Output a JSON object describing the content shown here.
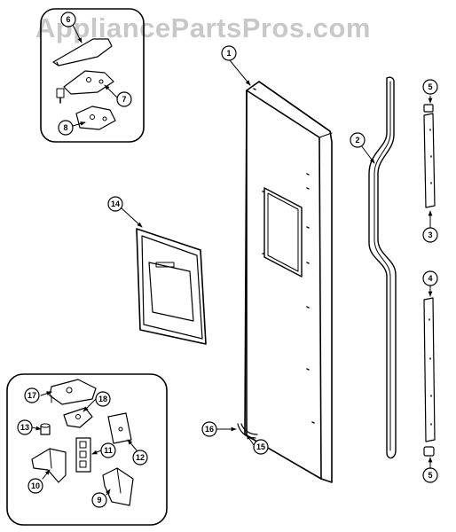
{
  "watermark": "AppliancePartsPros.com",
  "callouts": {
    "c1": "1",
    "c2": "2",
    "c3": "3",
    "c4": "4",
    "c5a": "5",
    "c5b": "5",
    "c6": "6",
    "c7": "7",
    "c8": "8",
    "c9": "9",
    "c10": "10",
    "c11": "11",
    "c12": "12",
    "c13": "13",
    "c14": "14",
    "c15": "15",
    "c16": "16",
    "c17": "17",
    "c18": "18"
  }
}
